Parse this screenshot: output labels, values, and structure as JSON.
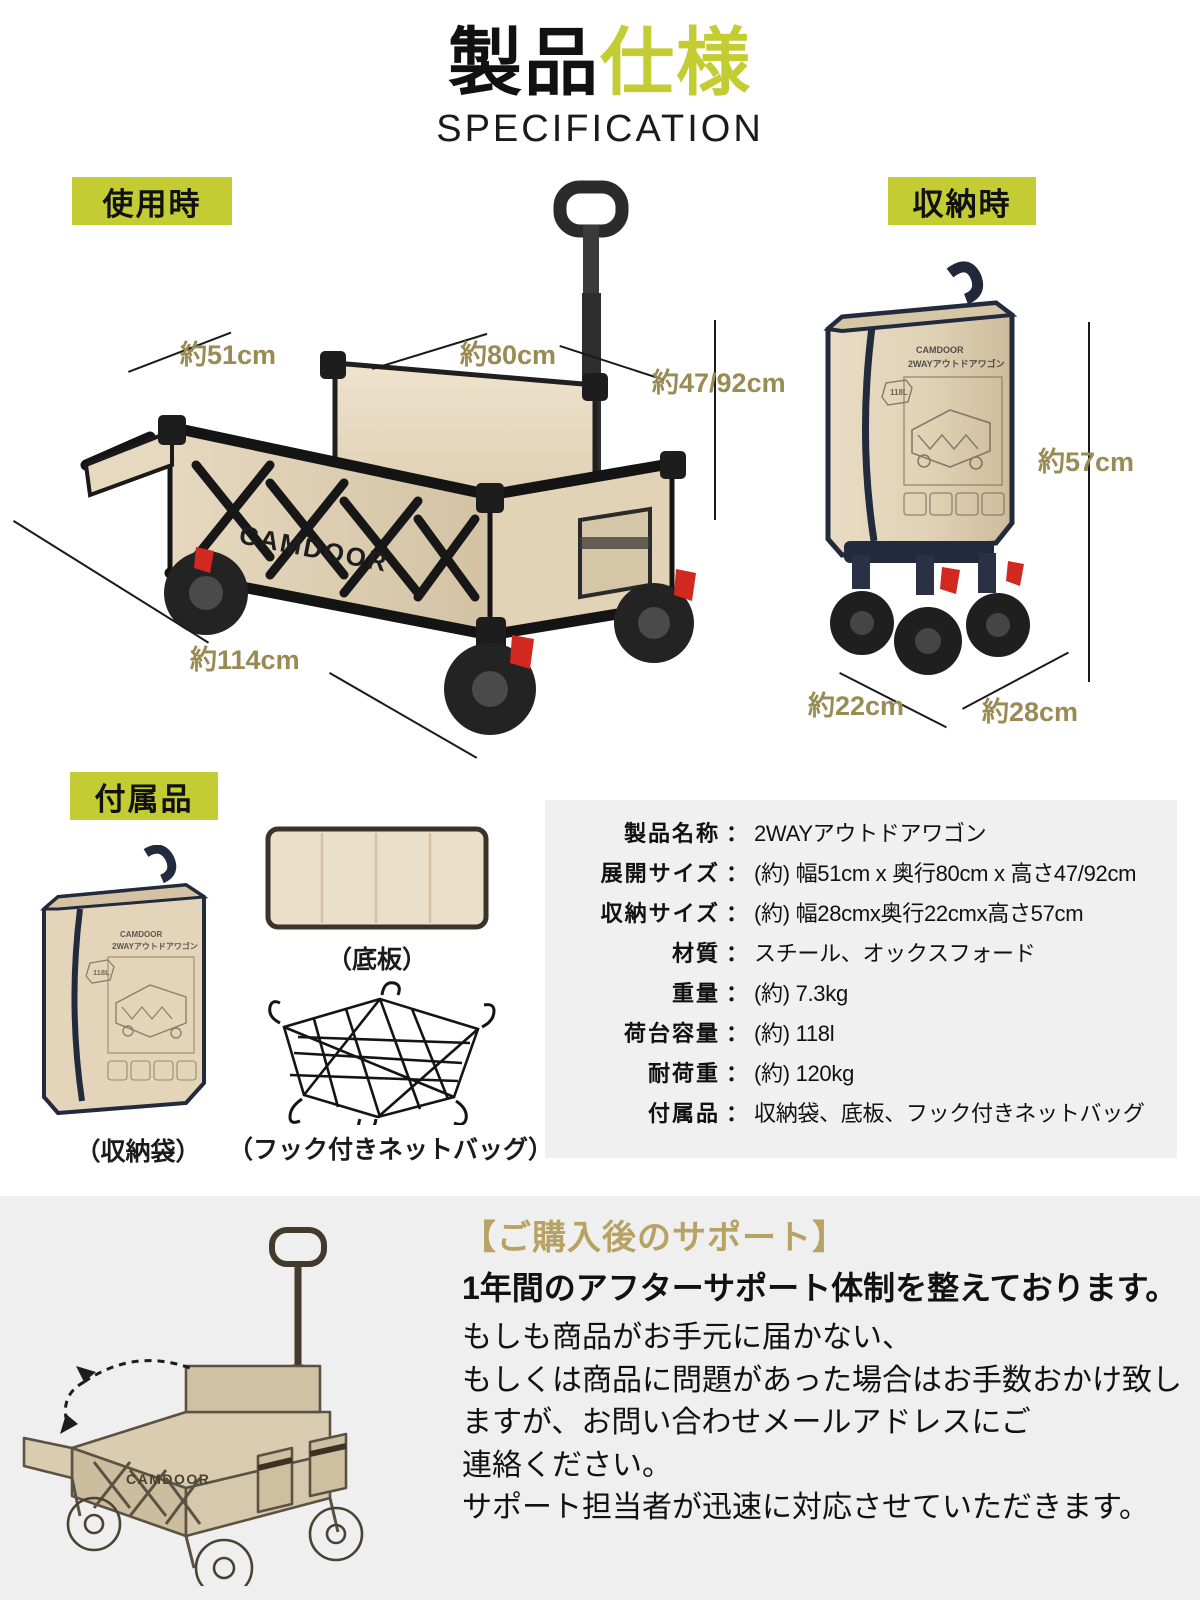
{
  "title": {
    "main_black": "製品",
    "main_green": "仕様",
    "subtitle": "SPECIFICATION",
    "accent_green": "#c3cc33",
    "accent_gold": "#9a8a54"
  },
  "badges": {
    "in_use": "使用時",
    "stored": "収納時",
    "accessories": "付属品"
  },
  "dimensions": {
    "open_width": "約51cm",
    "open_depth": "約80cm",
    "open_height": "約47/92cm",
    "open_length": "約114cm",
    "folded_height": "約57cm",
    "folded_width": "約22cm",
    "folded_depth": "約28cm"
  },
  "brand": {
    "logo": "CAMDOOR",
    "bag_logo": "CAMDOOR",
    "bag_product": "2WAYアウトドアワゴン",
    "bag_capacity": "118L"
  },
  "accessories": {
    "bag_caption": "（収納袋）",
    "board_caption": "（底板）",
    "net_caption": "（フック付きネットバッグ）"
  },
  "spec": {
    "rows": [
      {
        "key": "製品名称",
        "colon": "：",
        "value": "2WAYアウトドアワゴン"
      },
      {
        "key": "展開サイズ",
        "colon": "：",
        "value": "(約) 幅51cm x 奥行80cm x 高さ47/92cm"
      },
      {
        "key": "収納サイズ",
        "colon": "：",
        "value": "(約) 幅28cmx奥行22cmx高さ57cm"
      },
      {
        "key": "材質",
        "colon": "：",
        "value": "スチール、オックスフォード"
      },
      {
        "key": "重量",
        "colon": "：",
        "value": "(約) 7.3kg"
      },
      {
        "key": "荷台容量",
        "colon": "：",
        "value": "(約) 118l"
      },
      {
        "key": "耐荷重",
        "colon": "：",
        "value": "(約) 120kg"
      },
      {
        "key": "付属品",
        "colon": "：",
        "value": "収納袋、底板、フック付きネットバッグ"
      }
    ]
  },
  "support": {
    "heading": "【ご購入後のサポート】",
    "lead": "1年間のアフターサポート体制を整えております。",
    "lines": [
      "もしも商品がお手元に届かない、",
      "もしくは商品に問題があった場合はお手数おかけ致し",
      "ますが、お問い合わせメールアドレスにご",
      "連絡ください。",
      "サポート担当者が迅速に対応させていただきます。"
    ]
  }
}
